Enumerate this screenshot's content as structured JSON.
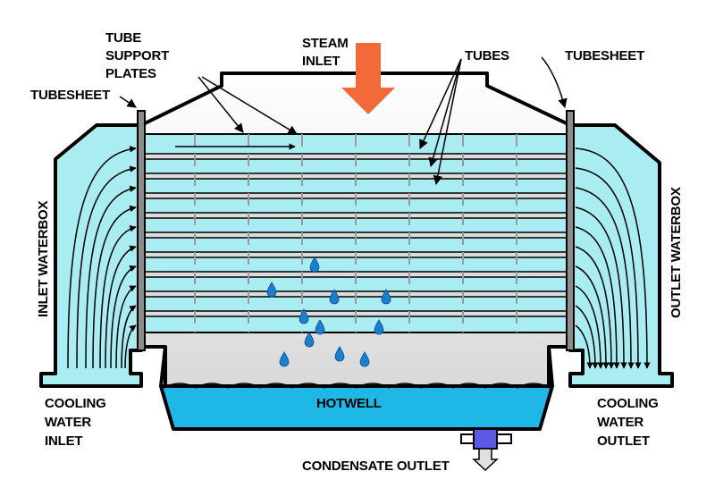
{
  "labels": {
    "tube_support_plates": [
      "TUBE",
      "SUPPORT",
      "PLATES"
    ],
    "steam_inlet": [
      "STEAM",
      "INLET"
    ],
    "tubes": "TUBES",
    "tubesheet_right": "TUBESHEET",
    "tubesheet_left": "TUBESHEET",
    "inlet_waterbox": "INLET WATERBOX",
    "outlet_waterbox": "OUTLET WATERBOX",
    "hotwell": "HOTWELL",
    "cooling_water_inlet": [
      "COOLING",
      "WATER",
      "INLET"
    ],
    "cooling_water_outlet": [
      "COOLING",
      "WATER",
      "OUTLET"
    ],
    "condensate_outlet": "CONDENSATE OUTLET"
  },
  "colors": {
    "water": "#a9ecf2",
    "hotwell_water": "#1fb8e6",
    "steam_arrow": "#f26a3a",
    "shell_interior": "#e6e6e6",
    "outline": "#000000",
    "tubesheet": "#8c8c8c",
    "droplet": "#1b7fd0",
    "outlet_pipe": "#5a5ae6"
  },
  "icons": {
    "steam_inlet_arrow": "down-arrow",
    "condensate_arrow": "down-arrow",
    "droplets": "water-drop"
  }
}
